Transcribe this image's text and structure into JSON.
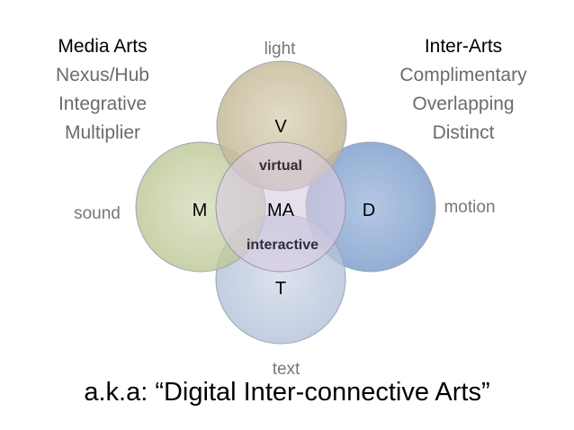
{
  "left_panel": {
    "heading": "Media Arts",
    "items": [
      "Nexus/Hub",
      "Integrative",
      "Multiplier"
    ]
  },
  "right_panel": {
    "heading": "Inter-Arts",
    "items": [
      "Complimentary",
      "Overlapping",
      "Distinct"
    ]
  },
  "diagram": {
    "outer_labels": {
      "top": "light",
      "left": "sound",
      "right": "motion",
      "bottom": "text"
    },
    "circle_labels": {
      "top": "V",
      "left": "M",
      "right": "D",
      "bottom": "T",
      "center": "MA"
    },
    "overlap_labels": {
      "upper": "virtual",
      "lower": "interactive"
    },
    "colors": {
      "top": "#c9bfa0",
      "left": "#c3cd9f",
      "right": "#8eaad2",
      "bottom": "#b9c6dc",
      "center": "#d5c8dc"
    }
  },
  "caption": "a.k.a: “Digital Inter-connective Arts”"
}
